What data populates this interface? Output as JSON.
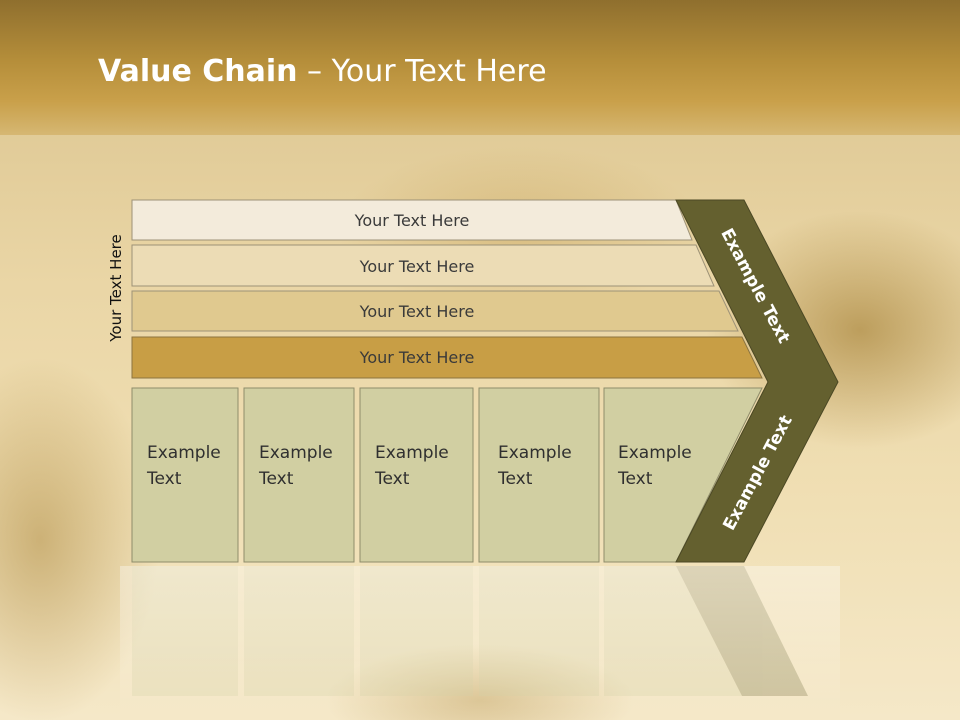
{
  "title": {
    "bold": "Value Chain",
    "rest": " – Your Text Here"
  },
  "side_label": "Your Text Here",
  "bars": [
    "Your Text Here",
    "Your Text Here",
    "Your Text Here",
    "Your Text Here"
  ],
  "boxes": [
    {
      "line1": "Example",
      "line2": "Text"
    },
    {
      "line1": "Example",
      "line2": "Text"
    },
    {
      "line1": "Example",
      "line2": "Text"
    },
    {
      "line1": "Example",
      "line2": "Text"
    },
    {
      "line1": "Example",
      "line2": "Text"
    }
  ],
  "chevron": {
    "upper": "Example Text",
    "lower": "Example Text"
  },
  "colors": {
    "bar1": "#f3ebdb",
    "bar2": "#ecdcb5",
    "bar3": "#e0c98f",
    "bar4": "#c89e45",
    "box": "#d1cfa2",
    "chevron": "#64602f"
  }
}
